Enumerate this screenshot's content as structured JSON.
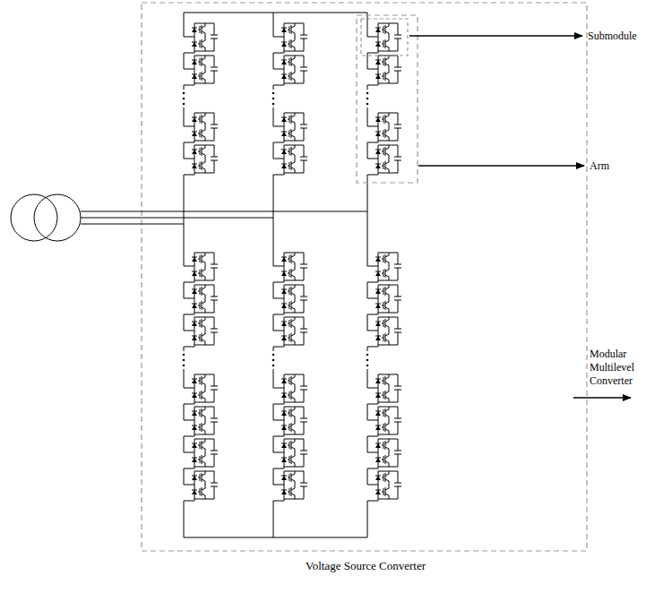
{
  "diagram": {
    "labels": [
      "Submodule",
      "Arm",
      "Modular Multilevel Converter",
      "Voltage Source Converter"
    ]
  }
}
